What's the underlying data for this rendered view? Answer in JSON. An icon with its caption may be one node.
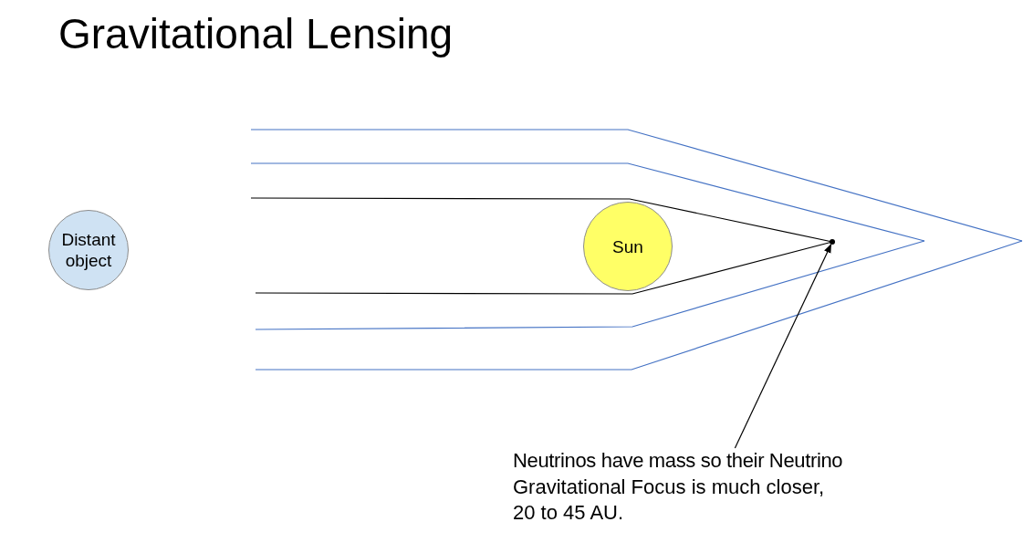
{
  "diagram": {
    "title": "Gravitational Lensing",
    "nodes": [
      {
        "text": [
          "Distant object"
        ]
      },
      {
        "text": [
          "Sun"
        ]
      },
      {
        "text": [
          "Neutrinos have mass so their Neutrino Gravitational Focus is much closer, 20 to 45 AU."
        ]
      },
      {
        "text": [],
        "shape": "point"
      }
    ],
    "edges": [
      {
        "from": 2,
        "to": 3,
        "arrow": "to"
      }
    ]
  }
}
